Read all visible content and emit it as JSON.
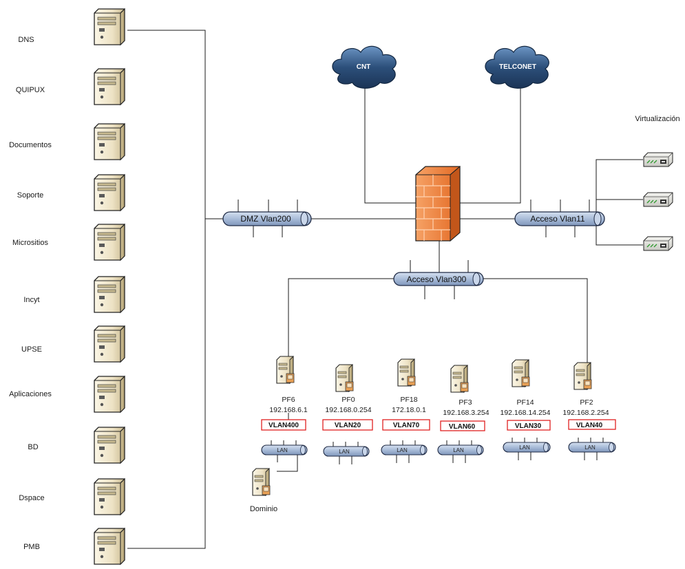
{
  "servers": [
    {
      "label": "DNS"
    },
    {
      "label": "QUIPUX"
    },
    {
      "label": "Documentos"
    },
    {
      "label": "Soporte"
    },
    {
      "label": "Micrositios"
    },
    {
      "label": "Incyt"
    },
    {
      "label": "UPSE"
    },
    {
      "label": "Aplicaciones"
    },
    {
      "label": "BD"
    },
    {
      "label": "Dspace"
    },
    {
      "label": "PMB"
    }
  ],
  "buses": {
    "dmz": "DMZ Vlan200",
    "vlan11": "Acceso Vlan11",
    "vlan300": "Acceso Vlan300"
  },
  "clouds": {
    "cnt": "CNT",
    "telconet": "TELCONET"
  },
  "virtualization": {
    "label": "Virtualización",
    "hosts": 3
  },
  "pfs": [
    {
      "name": "PF6",
      "ip": "192.168.6.1",
      "vlan": "VLAN400",
      "lan": "LAN"
    },
    {
      "name": "PF0",
      "ip": "192.168.0.254",
      "vlan": "VLAN20",
      "lan": "LAN"
    },
    {
      "name": "PF18",
      "ip": "172.18.0.1",
      "vlan": "VLAN70",
      "lan": "LAN"
    },
    {
      "name": "PF3",
      "ip": "192.168.3.254",
      "vlan": "VLAN60",
      "lan": "LAN"
    },
    {
      "name": "PF14",
      "ip": "192.168.14.254",
      "vlan": "VLAN30",
      "lan": "LAN"
    },
    {
      "name": "PF2",
      "ip": "192.168.2.254",
      "vlan": "VLAN40",
      "lan": "LAN"
    }
  ],
  "domain": {
    "label": "Dominio"
  },
  "colors": {
    "bus_fill": "#a9bcd8",
    "bus_stroke": "#1f2a44",
    "vlan_border": "#e02020",
    "cloud_fill": "#2c4f7a",
    "firewall_fill": "#f0843a",
    "server_fill": "#efe6cf"
  }
}
